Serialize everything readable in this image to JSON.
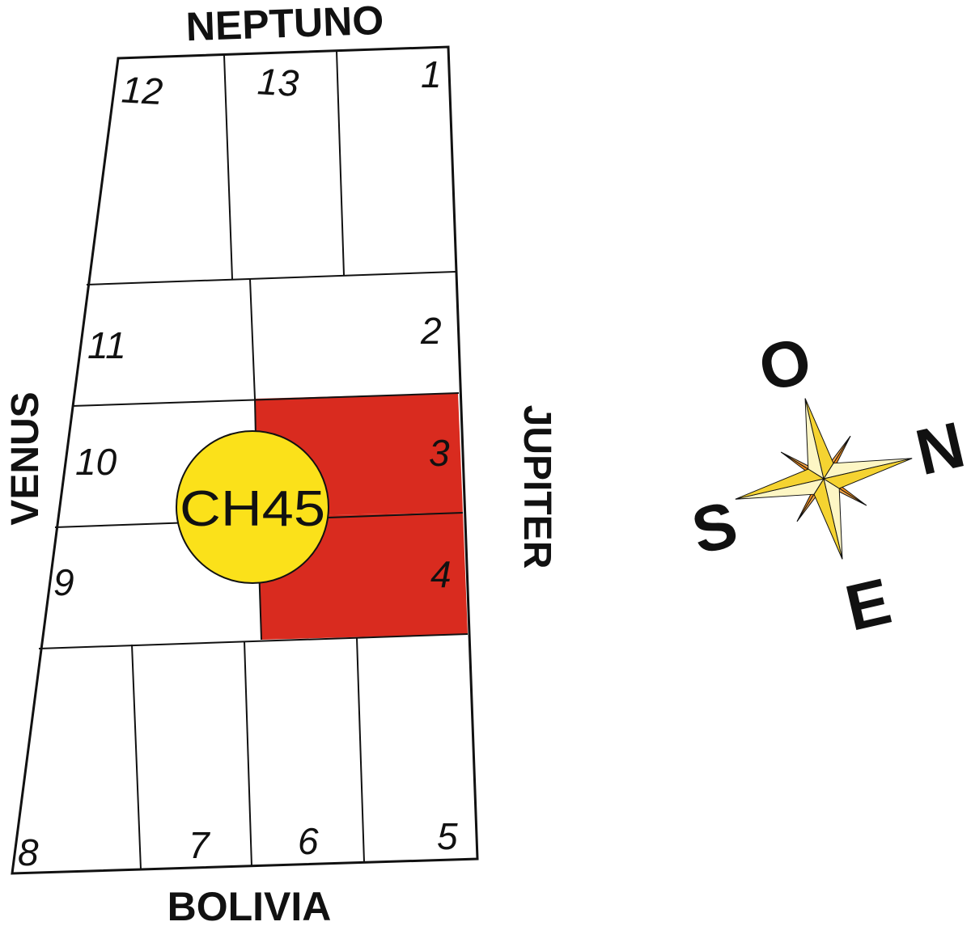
{
  "streets": {
    "top": "NEPTUNO",
    "bottom": "BOLIVIA",
    "left": "VENUS",
    "right": "JUPITER"
  },
  "lots": [
    "1",
    "2",
    "3",
    "4",
    "5",
    "6",
    "7",
    "8",
    "9",
    "10",
    "11",
    "12",
    "13"
  ],
  "highlighted_lots": [
    "3",
    "4"
  ],
  "marker": {
    "label": "CH45"
  },
  "compass": {
    "north": "N",
    "south": "S",
    "east": "E",
    "west": "O"
  },
  "colors": {
    "highlight": "#d92b1f",
    "marker_fill": "#fbe11a",
    "star_light": "#fdf6c4",
    "star_yellow": "#f5d331",
    "star_orange": "#ee8a1a",
    "ink": "#111111"
  }
}
